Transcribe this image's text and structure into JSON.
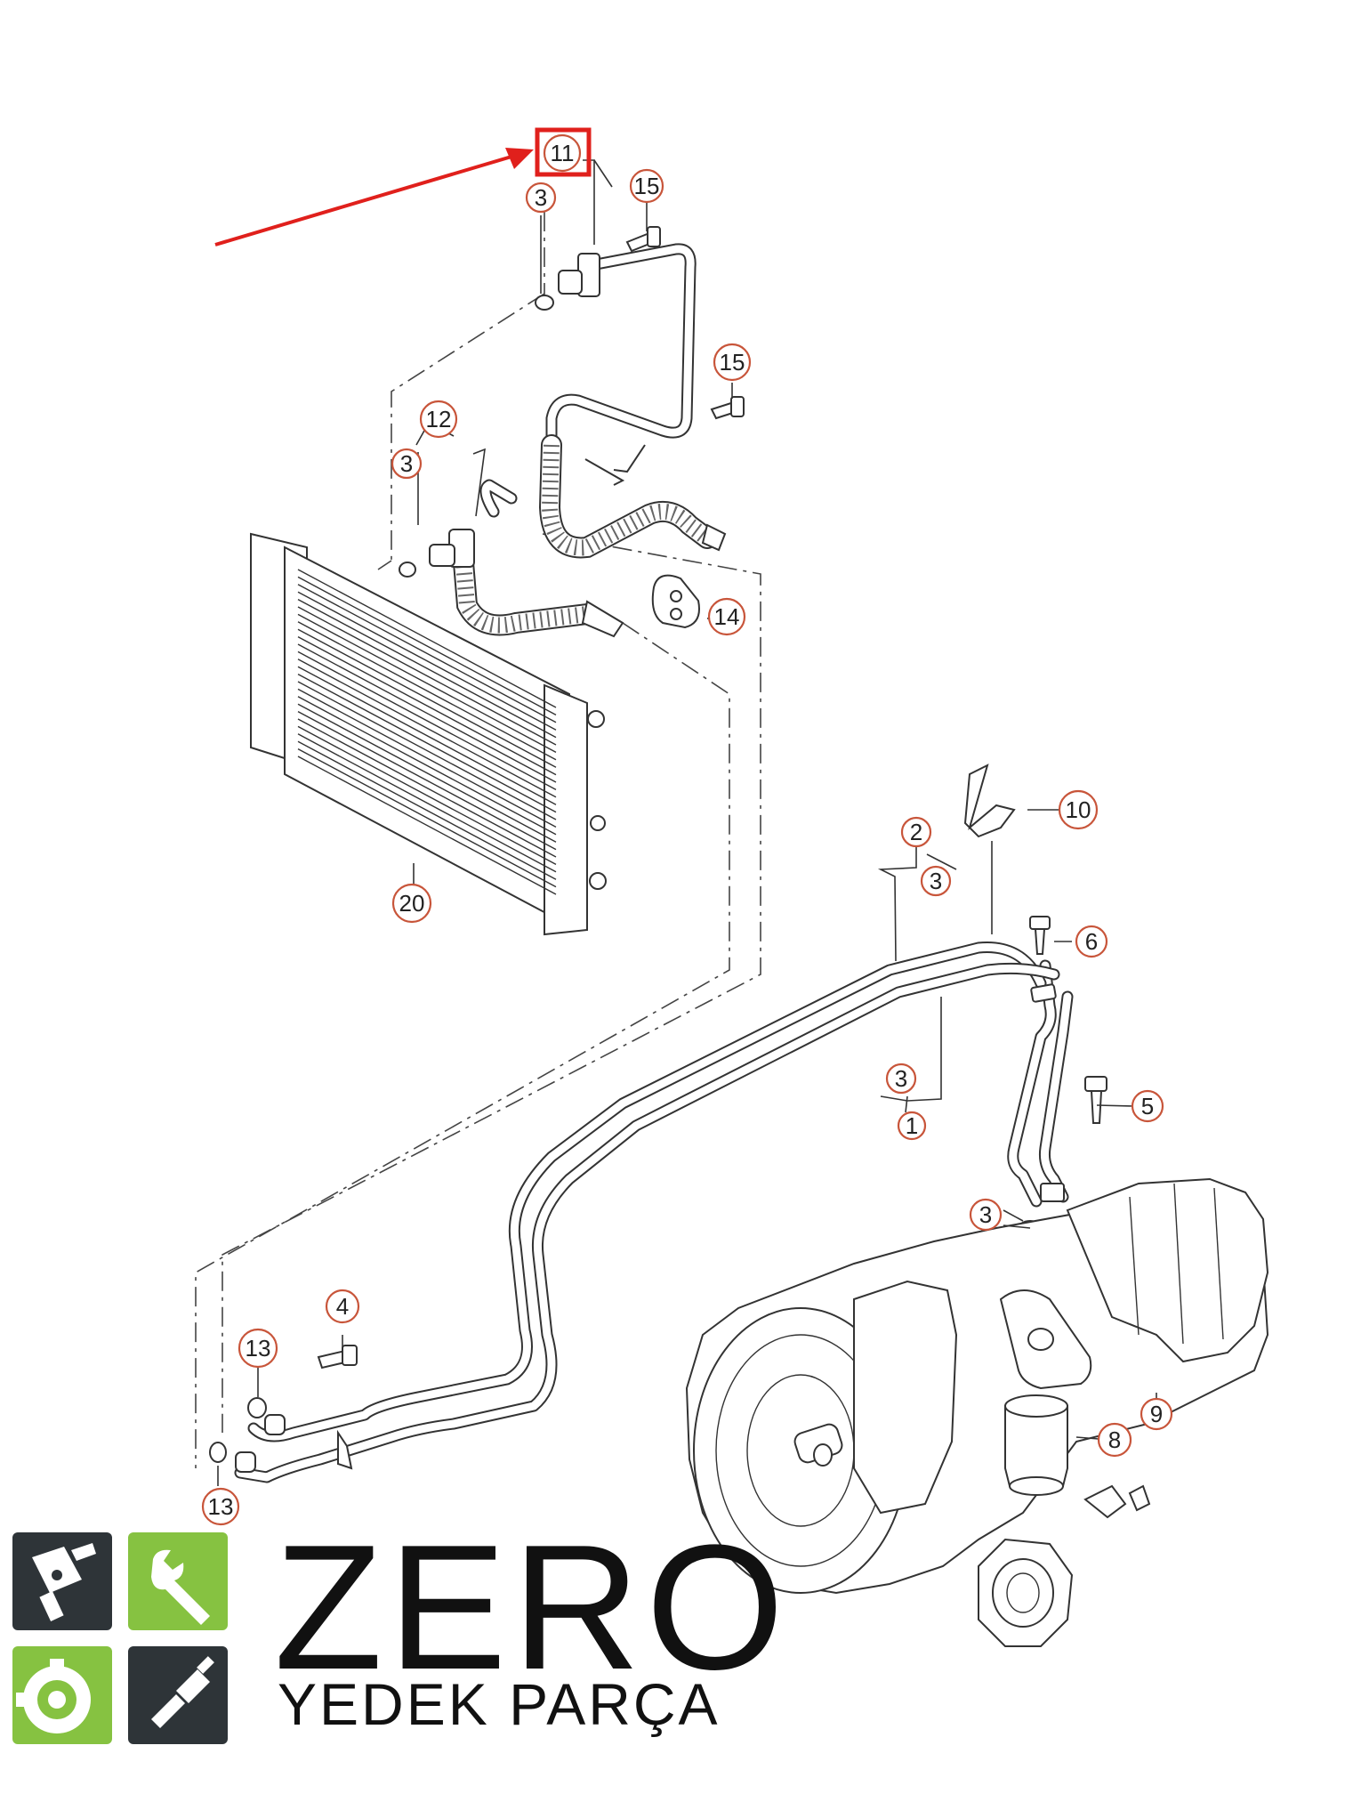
{
  "callouts": [
    {
      "id": "c-11",
      "label": "11"
    },
    {
      "id": "c-3a",
      "label": "3"
    },
    {
      "id": "c-15a",
      "label": "15"
    },
    {
      "id": "c-15b",
      "label": "15"
    },
    {
      "id": "c-12",
      "label": "12"
    },
    {
      "id": "c-3b",
      "label": "3"
    },
    {
      "id": "c-14",
      "label": "14"
    },
    {
      "id": "c-20",
      "label": "20"
    },
    {
      "id": "c-10",
      "label": "10"
    },
    {
      "id": "c-2",
      "label": "2"
    },
    {
      "id": "c-3c",
      "label": "3"
    },
    {
      "id": "c-6",
      "label": "6"
    },
    {
      "id": "c-3d",
      "label": "3"
    },
    {
      "id": "c-1",
      "label": "1"
    },
    {
      "id": "c-5",
      "label": "5"
    },
    {
      "id": "c-3e",
      "label": "3"
    },
    {
      "id": "c-4",
      "label": "4"
    },
    {
      "id": "c-13a",
      "label": "13"
    },
    {
      "id": "c-9",
      "label": "9"
    },
    {
      "id": "c-8",
      "label": "8"
    },
    {
      "id": "c-13b",
      "label": "13"
    }
  ],
  "highlight": {
    "target": "11",
    "color": "#e0201c"
  },
  "brand": {
    "title": "ZERO",
    "subtitle": "YEDEK PARÇA",
    "colors": {
      "tile_dark": "#2e3438",
      "tile_green": "#86c241"
    },
    "icons": [
      "piston-icon",
      "wrench-icon",
      "gear-icon",
      "spark-plug-icon"
    ]
  }
}
